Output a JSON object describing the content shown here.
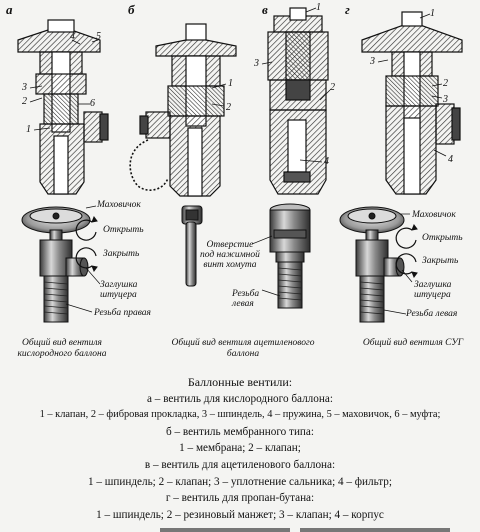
{
  "figures": {
    "letters": [
      "а",
      "б",
      "в",
      "г"
    ],
    "callouts": {
      "a": [
        "4",
        "5",
        "3",
        "2",
        "6",
        "1"
      ],
      "b": [
        "1",
        "2"
      ],
      "v": [
        "1",
        "3",
        "2",
        "4"
      ],
      "g": [
        "1",
        "3",
        "2",
        "3",
        "4"
      ]
    }
  },
  "exterior": {
    "oxygen": {
      "handwheel": "Маховичок",
      "open": "Открыть",
      "close": "Закрыть",
      "plug": "Заглушка\nштуцера",
      "thread": "Резьба правая",
      "caption": "Общий вид вентиля\nкислородного баллона"
    },
    "acetylene": {
      "hole": "Отверстие\nпод нажимной\nвинт хомута",
      "thread": "Резьба\nлевая",
      "caption": "Общий вид вентиля ацетиленового\nбаллона"
    },
    "lpg": {
      "handwheel": "Маховичок",
      "open": "Открыть",
      "close": "Закрыть",
      "plug": "Заглушка\nштуцера",
      "thread": "Резьба левая",
      "caption": "Общий вид вентиля СУГ"
    }
  },
  "legend": {
    "heading": "Баллонные вентили:",
    "a_title": "а – вентиль для кислородного баллона:",
    "a_parts": "1 – клапан, 2 – фибровая прокладка, 3 – шпиндель, 4 – пружина, 5 – маховичок, 6 – муфта;",
    "b_title": "б – вентиль мембранного типа:",
    "b_parts": "1 – мембрана; 2 – клапан;",
    "v_title": "в – вентиль для ацетиленового баллона:",
    "v_parts": "1 – шпиндель; 2 – клапан; 3 – уплотнение сальника; 4 – фильтр;",
    "g_title": "г – вентиль для пропан-бутана:",
    "g_parts": "1 – шпиндель; 2 – резиновый манжет; 3 – клапан; 4 – корпус"
  },
  "colors": {
    "ink": "#111111",
    "paper": "#f4f4f2",
    "hatch": "#333333"
  }
}
